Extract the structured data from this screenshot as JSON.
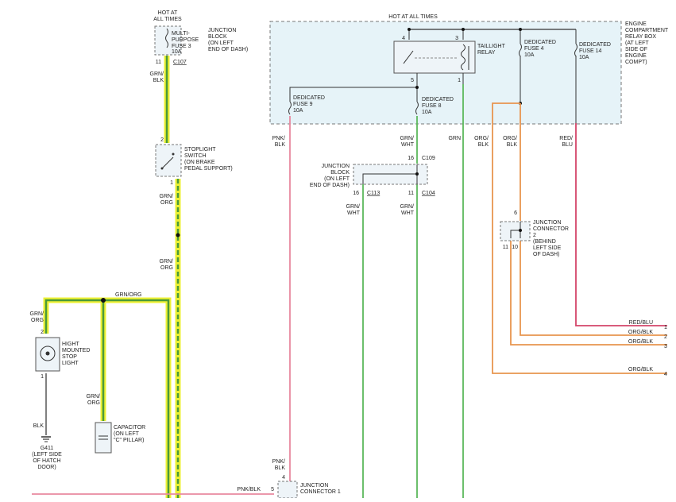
{
  "colors": {
    "green": "#5cb85c",
    "pink": "#e8899f",
    "orange": "#e8954f",
    "red": "#d4456a",
    "gray": "#555555",
    "highlight": "#ecf034",
    "relay_box_fill": "#e6f3f8"
  },
  "labels": {
    "hot_left_1": "HOT AT",
    "hot_left_2": "ALL TIMES",
    "hot_top": "HOT AT ALL TIMES",
    "mpf_1": "MULTI-",
    "mpf_2": "PURPOSE",
    "mpf_3": "FUSE 3",
    "mpf_4": "10A",
    "jb_top_1": "JUNCTION",
    "jb_top_2": "BLOCK",
    "jb_top_3": "(ON LEFT",
    "jb_top_4": "END OF DASH)",
    "c107": "C107",
    "pin11a": "11",
    "grnblk_1": "GRN/",
    "grnblk_2": "BLK",
    "pin2a": "2",
    "stop_1": "STOPLIGHT",
    "stop_2": "SWITCH",
    "stop_3": "(ON BRAKE",
    "stop_4": "PEDAL SUPPORT)",
    "pin1a": "1",
    "grnorg_a1": "GRN/",
    "grnorg_a2": "ORG",
    "grnorg_b1": "GRN/",
    "grnorg_b2": "ORG",
    "grnorg_horiz": "GRN/ORG",
    "grnorg_c1": "GRN/",
    "grnorg_c2": "ORG",
    "pin2b": "2",
    "hmsl_1": "HIGHT",
    "hmsl_2": "MOUNTED",
    "hmsl_3": "STOP",
    "hmsl_4": "LIGHT",
    "pin1b": "1",
    "blk": "BLK",
    "g411_1": "G411",
    "g411_2": "(LEFT SIDE",
    "g411_3": "OF HATCH",
    "g411_4": "DOOR)",
    "grnorg_d1": "GRN/",
    "grnorg_d2": "ORG",
    "cap_1": "CAPACITOR",
    "cap_2": "(ON LEFT",
    "cap_3": "\"C\" PILLAR)",
    "ecrb_1": "ENGINE",
    "ecrb_2": "COMPARTMENT",
    "ecrb_3": "RELAY BOX",
    "ecrb_4": "(AT LEFT",
    "ecrb_5": "SIDE OF",
    "ecrb_6": "ENGINE",
    "ecrb_7": "COMPT)",
    "pin4": "4",
    "pin3": "3",
    "pin5": "5",
    "pin1c": "1",
    "taillight_1": "TAILLIGHT",
    "taillight_2": "RELAY",
    "df4_1": "DEDICATED",
    "df4_2": "FUSE 4",
    "df4_3": "10A",
    "df14_1": "DEDICATED",
    "df14_2": "FUSE 14",
    "df14_3": "10A",
    "df9_1": "DEDICATED",
    "df9_2": "FUSE 9",
    "df9_3": "10A",
    "df8_1": "DEDICATED",
    "df8_2": "FUSE 8",
    "df8_3": "10A",
    "pnkblk_1": "PNK/",
    "pnkblk_2": "BLK",
    "grnwht_1": "GRN/",
    "grnwht_2": "WHT",
    "grn": "GRN",
    "orgblk_a1": "ORG/",
    "orgblk_a2": "BLK",
    "orgblk_b1": "ORG/",
    "orgblk_b2": "BLK",
    "redblu_1": "RED/",
    "redblu_2": "BLU",
    "pin16a": "16",
    "c109": "C109",
    "jb_mid_1": "JUNCTION",
    "jb_mid_2": "BLOCK",
    "jb_mid_3": "(ON LEFT",
    "jb_mid_4": "END OF DASH)",
    "pin16b": "16",
    "c113": "C113",
    "pin11b": "11",
    "c104": "C104",
    "grnwht_b1": "GRN/",
    "grnwht_b2": "WHT",
    "grnwht_c1": "GRN/",
    "grnwht_c2": "WHT",
    "pin6": "6",
    "jc2_1": "JUNCTION",
    "jc2_2": "CONNECTOR",
    "jc2_3": "2",
    "jc2_4": "(BEHIND",
    "jc2_5": "LEFT SIDE",
    "jc2_6": "OF DASH)",
    "pin11c": "11",
    "pin10": "10",
    "out_redblu": "RED/BLU",
    "out_1": "1",
    "out_orgblk_a": "ORG/BLK",
    "out_2": "2",
    "out_orgblk_b": "ORG/BLK",
    "out_3": "3",
    "out_orgblk_c": "ORG/BLK",
    "out_4": "4",
    "pnkblk_b1": "PNK/",
    "pnkblk_b2": "BLK",
    "pin4b": "4",
    "pnkblk_horiz": "PNK/BLK",
    "pin5b": "5",
    "jc1_1": "JUNCTION",
    "jc1_2": "CONNECTOR 1"
  }
}
